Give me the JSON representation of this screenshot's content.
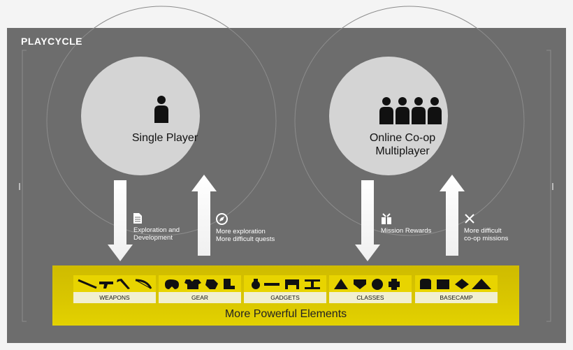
{
  "title": "PLAYCYCLE",
  "modes": [
    {
      "label": "Single Player",
      "icon": "person-icon"
    },
    {
      "label_line1": "Online Co-op",
      "label_line2": "Multiplayer",
      "icon": "group-icon"
    }
  ],
  "notes": {
    "exploration": {
      "line1": "Exploration and",
      "line2": "Development",
      "icon": "document-icon"
    },
    "more_exploration": {
      "line1": "More exploration",
      "line2": "More difficult quests",
      "icon": "compass-icon"
    },
    "mission_rewards": {
      "line1": "Mission Rewards",
      "icon": "gift-icon"
    },
    "coop_missions": {
      "line1": "More difficult",
      "line2": "co-op missions",
      "icon": "crossed-swords-icon"
    }
  },
  "categories": [
    {
      "label": "WEAPONS",
      "icon": "weapons-icon"
    },
    {
      "label": "GEAR",
      "icon": "gear-icon"
    },
    {
      "label": "GADGETS",
      "icon": "gadgets-icon"
    },
    {
      "label": "CLASSES",
      "icon": "classes-icon"
    },
    {
      "label": "BASECAMP",
      "icon": "basecamp-icon"
    }
  ],
  "bottom_title": "More Powerful Elements",
  "colors": {
    "panel": "#6d6d6d",
    "circle": "#d4d4d4",
    "yellow": "#d9c600",
    "arrow": "#ffffff"
  }
}
